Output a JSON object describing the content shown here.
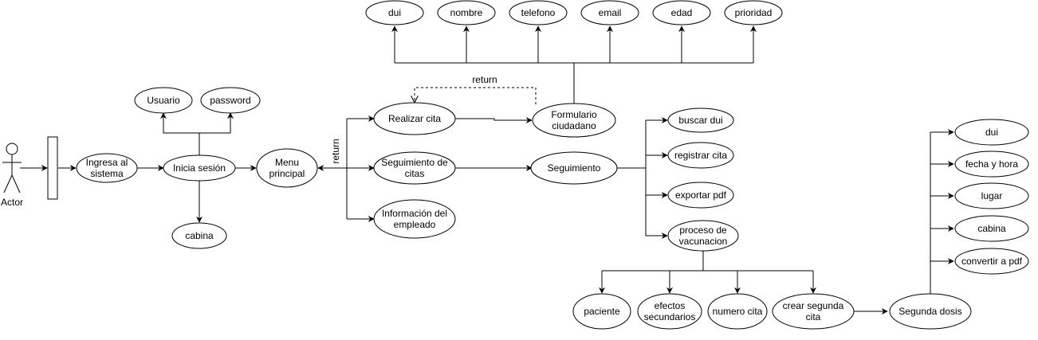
{
  "actor": {
    "label": "Actor"
  },
  "nodes": {
    "ingresa": [
      "Ingresa al",
      "sistema"
    ],
    "inicia": [
      "Inicia sesión"
    ],
    "usuario": [
      "Usuario"
    ],
    "password": [
      "password"
    ],
    "cabina1": [
      "cabina"
    ],
    "menu": [
      "Menu",
      "principal"
    ],
    "realizar": [
      "Realizar cita"
    ],
    "seguimiento_citas": [
      "Seguimiento de",
      "citas"
    ],
    "info_empleado": [
      "Información del",
      "empleado"
    ],
    "formulario": [
      "Formulario",
      "ciudadano"
    ],
    "dui1": [
      "dui"
    ],
    "nombre": [
      "nombre"
    ],
    "telefono": [
      "telefono"
    ],
    "email": [
      "email"
    ],
    "edad": [
      "edad"
    ],
    "prioridad": [
      "prioridad"
    ],
    "seguimiento": [
      "Seguimiento"
    ],
    "buscar": [
      "buscar dui"
    ],
    "registrar": [
      "registrar cita"
    ],
    "exportar": [
      "exportar pdf"
    ],
    "proceso": [
      "proceso de",
      "vacunacion"
    ],
    "paciente": [
      "paciente"
    ],
    "efectos": [
      "efectos",
      "secundarios"
    ],
    "numero": [
      "numero cita"
    ],
    "crear": [
      "crear segunda",
      "cita"
    ],
    "segunda": [
      "Segunda dosis"
    ],
    "dui2": [
      "dui"
    ],
    "fecha": [
      "fecha y hora"
    ],
    "lugar": [
      "lugar"
    ],
    "cabina2": [
      "cabina"
    ],
    "convertir": [
      "convertir a pdf"
    ]
  },
  "labels": {
    "return_top": "return",
    "return_side": "return"
  }
}
